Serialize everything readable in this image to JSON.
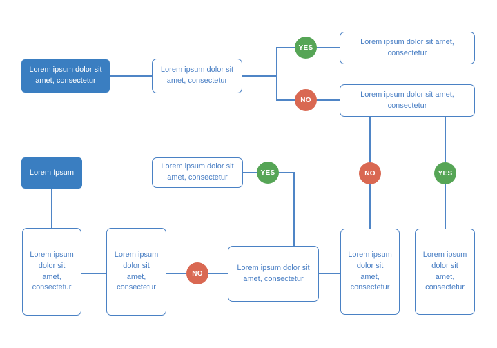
{
  "diagram_type": "flowchart",
  "colors": {
    "primary_node_blue": "#3a7ec1",
    "node_border_blue": "#4a81c4",
    "node_text_blue": "#4a7fc4",
    "connector_blue": "#4f85c6",
    "yes_green": "#56a556",
    "no_red": "#d96852",
    "background": "#ffffff"
  },
  "nodes": {
    "top_start": {
      "label": "Lorem ipsum dolor sit amet, consectetur"
    },
    "top_process": {
      "label": "Lorem ipsum dolor sit amet, consectetur"
    },
    "top_yes_result": {
      "label": "Lorem ipsum dolor sit amet, consectetur"
    },
    "top_no_result": {
      "label": "Lorem ipsum dolor sit amet, consectetur"
    },
    "mid_start": {
      "label": "Lorem Ipsum"
    },
    "mid_process": {
      "label": "Lorem ipsum dolor sit amet, consectetur"
    },
    "bottom_step1": {
      "label": "Lorem ipsum dolor sit amet, consectetur"
    },
    "bottom_step2": {
      "label": "Lorem ipsum dolor sit amet, consectetur"
    },
    "bottom_center": {
      "label": "Lorem ipsum dolor sit amet, consectetur"
    },
    "bottom_no_result": {
      "label": "Lorem ipsum dolor sit amet, consectetur"
    },
    "bottom_yes_result": {
      "label": "Lorem ipsum dolor sit amet, consectetur"
    }
  },
  "badges": {
    "top_yes": "YES",
    "top_no": "NO",
    "mid_yes": "YES",
    "right_no": "NO",
    "right_yes": "YES",
    "bottom_no": "NO"
  }
}
